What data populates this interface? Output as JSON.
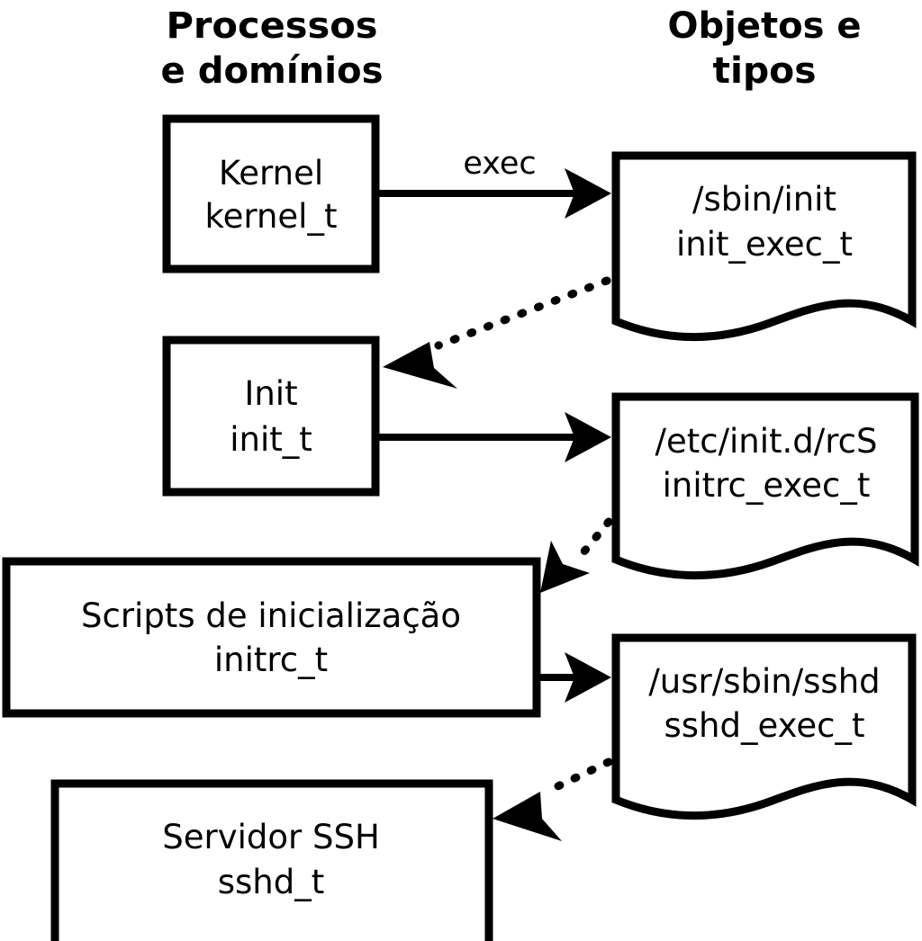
{
  "diagram": {
    "title": "Processos e domínios / Objetos e tipos",
    "columns": [
      {
        "id": "processes",
        "line1": "Processos",
        "line2": "e domínios"
      },
      {
        "id": "objects",
        "line1": "Objetos e",
        "line2": "tipos"
      }
    ],
    "colors": {
      "background": "#ffffff",
      "stroke": "#000000",
      "text": "#000000"
    },
    "process_nodes": [
      {
        "id": "kernel",
        "line1": "Kernel",
        "line2": "kernel_t"
      },
      {
        "id": "init",
        "line1": "Init",
        "line2": "init_t"
      },
      {
        "id": "initrc",
        "line1": "Scripts de inicialização",
        "line2": "initrc_t"
      },
      {
        "id": "sshd",
        "line1": "Servidor SSH",
        "line2": "sshd_t"
      }
    ],
    "object_nodes": [
      {
        "id": "init-exec",
        "line1": "/sbin/init",
        "line2": "init_exec_t"
      },
      {
        "id": "initrc-exec",
        "line1": "/etc/init.d/rcS",
        "line2": "initrc_exec_t"
      },
      {
        "id": "sshd-exec",
        "line1": "/usr/sbin/sshd",
        "line2": "sshd_exec_t"
      }
    ],
    "edges": [
      {
        "id": "kernel-exec-init",
        "from": "kernel",
        "to": "init-exec",
        "style": "solid",
        "label": "exec"
      },
      {
        "id": "initexec-transition-init",
        "from": "init-exec",
        "to": "init",
        "style": "dotted",
        "label": ""
      },
      {
        "id": "init-exec-rcs",
        "from": "init",
        "to": "initrc-exec",
        "style": "solid",
        "label": ""
      },
      {
        "id": "initrcexec-transition-initrc",
        "from": "initrc-exec",
        "to": "initrc",
        "style": "dotted",
        "label": ""
      },
      {
        "id": "initrc-exec-sshd",
        "from": "initrc",
        "to": "sshd-exec",
        "style": "solid",
        "label": ""
      },
      {
        "id": "sshdexec-transition-sshd",
        "from": "sshd-exec",
        "to": "sshd",
        "style": "dotted",
        "label": ""
      }
    ]
  }
}
